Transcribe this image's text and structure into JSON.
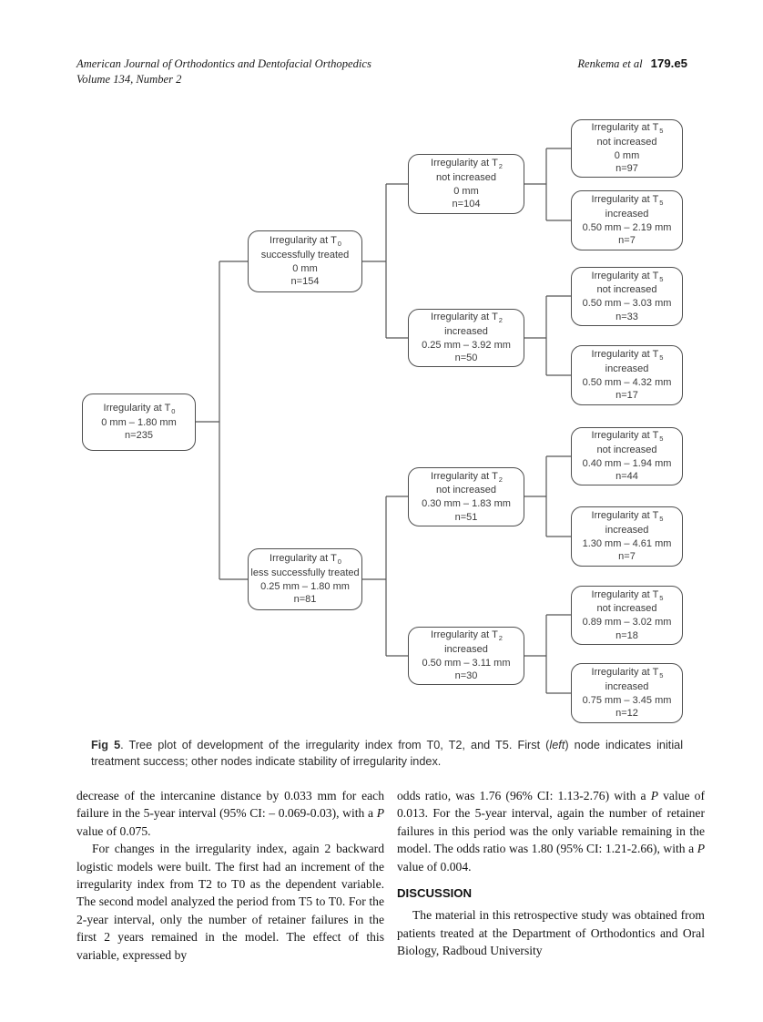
{
  "header": {
    "journal_line1": "American Journal of Orthodontics and Dentofacial Orthopedics",
    "journal_line2": "Volume 134, Number 2",
    "authors": "Renkema et al",
    "page_number": "179.e5"
  },
  "tree": {
    "nodes": {
      "root": {
        "title": "Irregularity at T",
        "sub": "0",
        "range": "0 mm – 1.80 mm",
        "n": "n=235"
      },
      "t0s": {
        "title": "Irregularity at T",
        "sub": "0",
        "line2": "successfully treated",
        "range": "0 mm",
        "n": "n=154"
      },
      "t0l": {
        "title": "Irregularity at T",
        "sub": "0",
        "line2": "less successfully treated",
        "range": "0.25 mm – 1.80 mm",
        "n": "n=81"
      },
      "t2a": {
        "title": "Irregularity at T",
        "sub": "2",
        "line2": "not increased",
        "range": "0 mm",
        "n": "n=104"
      },
      "t2b": {
        "title": "Irregularity at T",
        "sub": "2",
        "line2": "increased",
        "range": "0.25 mm – 3.92 mm",
        "n": "n=50"
      },
      "t2c": {
        "title": "Irregularity at T",
        "sub": "2",
        "line2": "not increased",
        "range": "0.30 mm – 1.83 mm",
        "n": "n=51"
      },
      "t2d": {
        "title": "Irregularity at T",
        "sub": "2",
        "line2": "increased",
        "range": "0.50 mm – 3.11 mm",
        "n": "n=30"
      },
      "t5a": {
        "title": "Irregularity at T",
        "sub": "5",
        "line2": "not increased",
        "range": "0 mm",
        "n": "n=97"
      },
      "t5b": {
        "title": "Irregularity at T",
        "sub": "5",
        "line2": "increased",
        "range": "0.50 mm – 2.19 mm",
        "n": "n=7"
      },
      "t5c": {
        "title": "Irregularity at T",
        "sub": "5",
        "line2": "not increased",
        "range": "0.50 mm – 3.03 mm",
        "n": "n=33"
      },
      "t5d": {
        "title": "Irregularity at T",
        "sub": "5",
        "line2": "increased",
        "range": "0.50 mm – 4.32 mm",
        "n": "n=17"
      },
      "t5e": {
        "title": "Irregularity at T",
        "sub": "5",
        "line2": "not increased",
        "range": "0.40 mm – 1.94 mm",
        "n": "n=44"
      },
      "t5f": {
        "title": "Irregularity at T",
        "sub": "5",
        "line2": "increased",
        "range": "1.30 mm – 4.61 mm",
        "n": "n=7"
      },
      "t5g": {
        "title": "Irregularity at T",
        "sub": "5",
        "line2": "not increased",
        "range": "0.89 mm – 3.02 mm",
        "n": "n=18"
      },
      "t5h": {
        "title": "Irregularity at T",
        "sub": "5",
        "line2": "increased",
        "range": "0.75 mm – 3.45 mm",
        "n": "n=12"
      }
    }
  },
  "caption": {
    "runs": [
      {
        "t": "Fig 5",
        "b": 1
      },
      {
        "t": ". Tree plot of development of the irregularity index from T0, T2, and T5. First ("
      },
      {
        "t": "left",
        "i": 1
      },
      {
        "t": ") node indicates initial treatment success; other nodes indicate stability of irregularity index."
      }
    ]
  },
  "body": {
    "left": [
      {
        "runs": [
          {
            "t": "decrease of the intercanine distance by 0.033 mm for each failure in the 5-year interval (95% CI: – 0.069-0.03), with a "
          },
          {
            "t": "P",
            "i": 1
          },
          {
            "t": " value of 0.075."
          }
        ]
      },
      {
        "runs": [
          {
            "t": "For changes in the irregularity index, again 2 backward logistic models were built. The first had an increment of the irregularity index from T2 to T0 as the dependent variable. The second model analyzed the period from T5 to T0. For the 2-year interval, only the number of retainer failures in the first 2 years remained in the model. The effect of this variable, expressed by"
          }
        ]
      }
    ],
    "right": [
      {
        "runs": [
          {
            "t": "odds ratio, was 1.76 (96% CI: 1.13-2.76) with a "
          },
          {
            "t": "P",
            "i": 1
          },
          {
            "t": " value of 0.013. For the 5-year interval, again the number of retainer failures in this period was the only variable remaining in the model. The odds ratio was 1.80 (95% CI: 1.21-2.66), with a "
          },
          {
            "t": "P",
            "i": 1
          },
          {
            "t": " value of 0.004."
          }
        ]
      }
    ],
    "discussion_heading": "DISCUSSION",
    "discussion": [
      {
        "runs": [
          {
            "t": "The material in this retrospective study was obtained from patients treated at the Department of Orthodontics and Oral Biology, Radboud University"
          }
        ]
      }
    ]
  }
}
